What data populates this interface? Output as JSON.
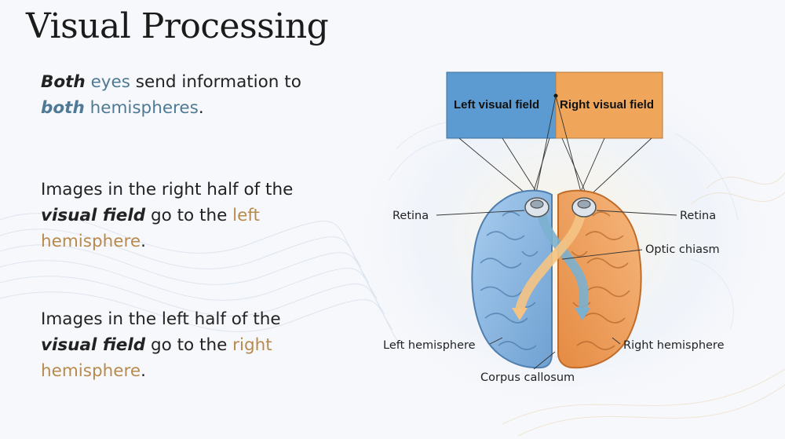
{
  "slide": {
    "title": "Visual Processing",
    "para1": {
      "w1": "Both",
      "w2": " eyes",
      "w3": " send information to",
      "w4": "both",
      "w5": " hemispheres",
      "w6": "."
    },
    "para2": {
      "a": "Images in the right half of the",
      "b": "visual field",
      "c": " go to the ",
      "d": "left",
      "e": "hemisphere",
      "f": "."
    },
    "para3": {
      "a": "Images in the left half of the",
      "b": "visual field",
      "c": " go to the ",
      "d": "right",
      "e": "hemisphere",
      "f": "."
    }
  },
  "diagram": {
    "fields": {
      "left": "Left visual field",
      "right": "Right visual field"
    },
    "labels": {
      "retina_left": "Retina",
      "retina_right": "Retina",
      "optic_chiasm": "Optic chiasm",
      "left_hemisphere": "Left hemisphere",
      "right_hemisphere": "Right hemisphere",
      "corpus_callosum": "Corpus callosum"
    },
    "colors": {
      "left_field": "#5b9bd1",
      "right_field": "#f0a65a",
      "left_brain": "#8db9e2",
      "right_brain": "#eea567",
      "accent_blue": "#4e7a96",
      "accent_orange": "#b88a4e"
    }
  }
}
